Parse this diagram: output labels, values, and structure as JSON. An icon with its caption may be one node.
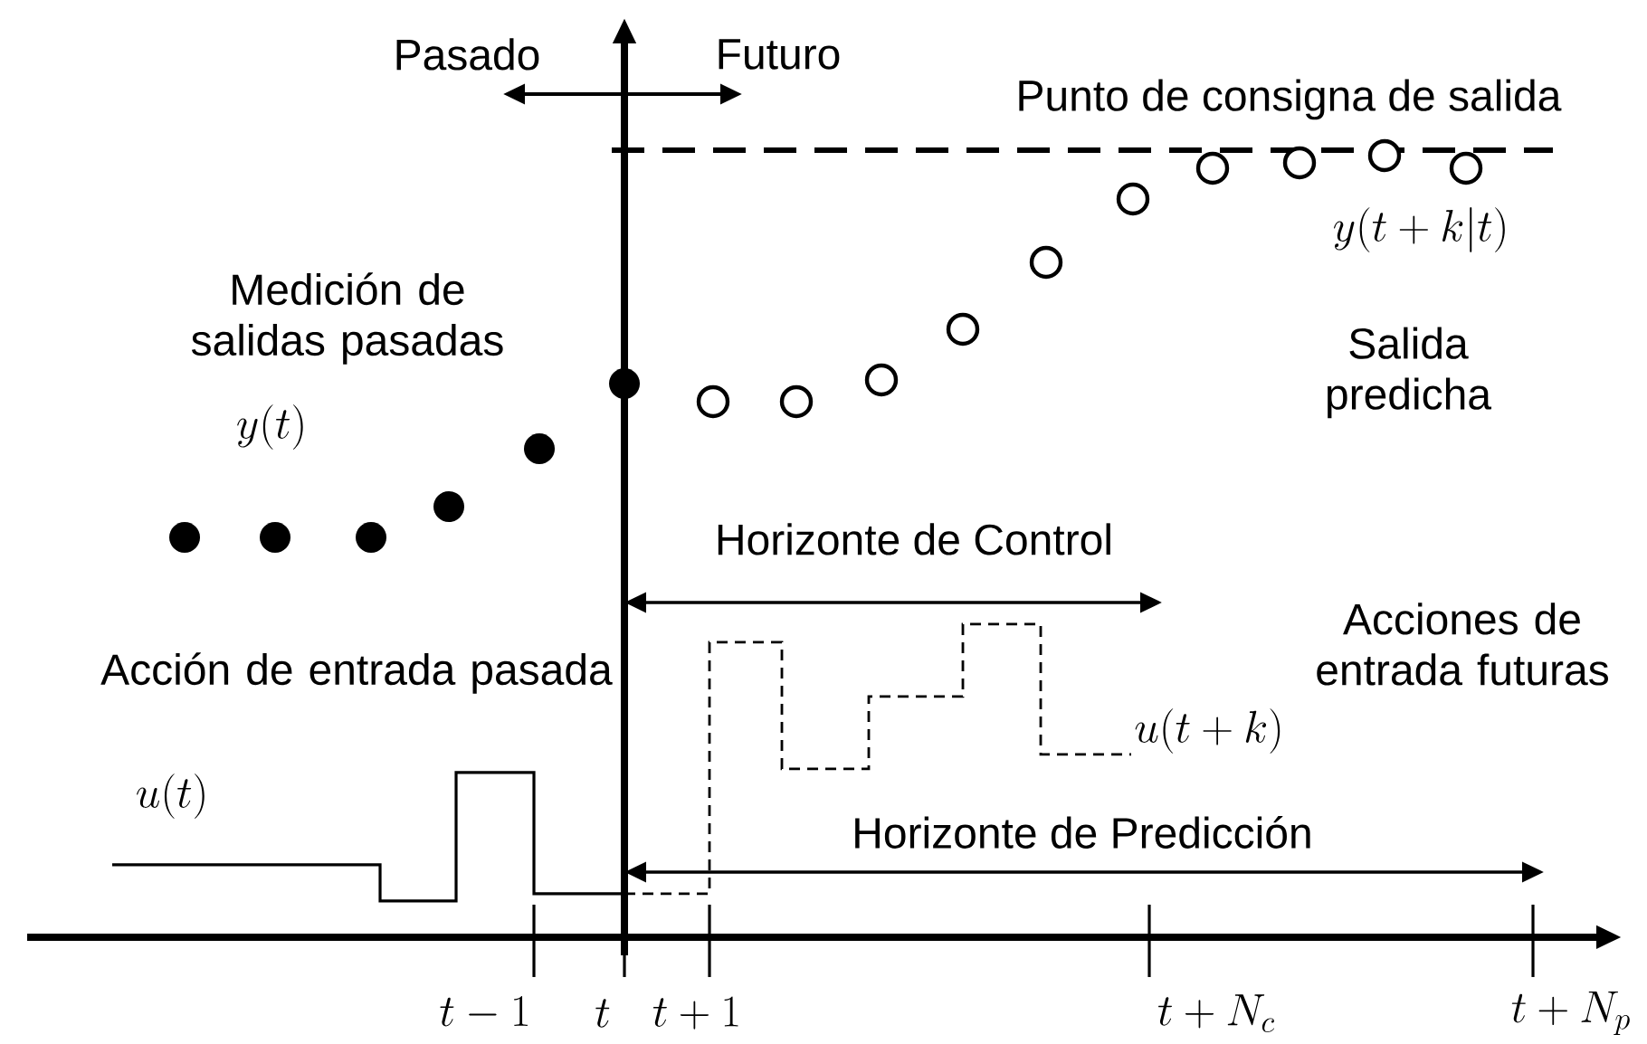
{
  "diagram": {
    "labels": [
      "Pasado",
      "Futuro",
      "Punto de consigna de salida",
      "y(t+k|t)",
      "Medición de salidas pasadas",
      "Salida predicha",
      "y(t)",
      "Horizonte de Control",
      "Acción de entrada pasada",
      "Acciones de entrada futuras",
      "u(t+k)",
      "u(t)",
      "Horizonte de Predicción",
      "t-1",
      "t",
      "t+1",
      "t+N_c",
      "t+N_p"
    ]
  }
}
